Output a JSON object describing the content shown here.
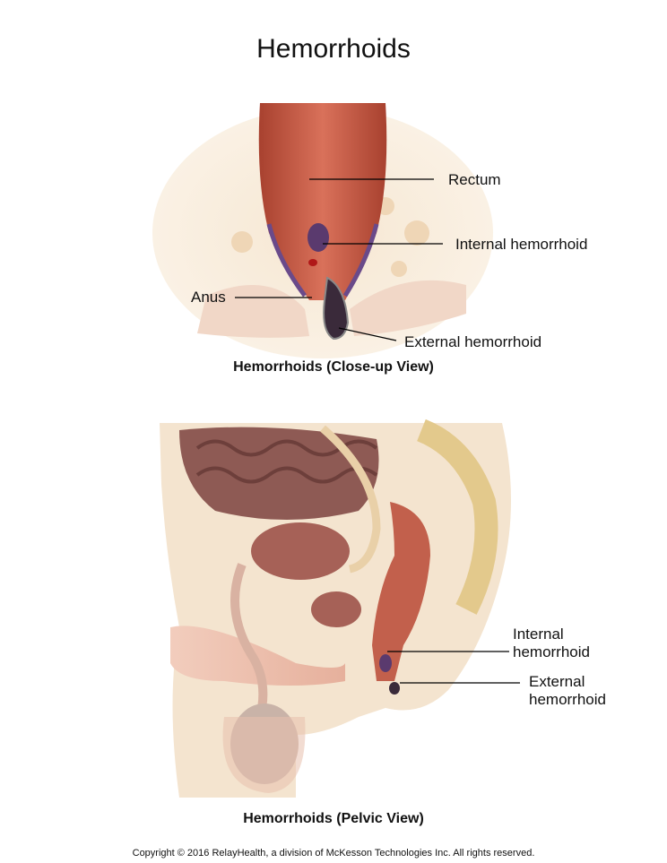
{
  "title": "Hemorrhoids",
  "closeup": {
    "caption": "Hemorrhoids (Close-up View)",
    "labels": {
      "rectum": "Rectum",
      "internal": "Internal hemorrhoid",
      "anus": "Anus",
      "external": "External hemorrhoid"
    }
  },
  "pelvic": {
    "caption": "Hemorrhoids (Pelvic View)",
    "labels": {
      "internal_line1": "Internal",
      "internal_line2": "hemorrhoid",
      "external_line1": "External",
      "external_line2": "hemorrhoid"
    }
  },
  "copyright": "Copyright © 2016 RelayHealth, a division of McKesson Technologies Inc. All rights reserved.",
  "colors": {
    "tissue": "#f3e2cc",
    "rectum": "#c85a42",
    "hemorrhoid": "#5a3a6e",
    "skin": "#e9b9a4"
  }
}
